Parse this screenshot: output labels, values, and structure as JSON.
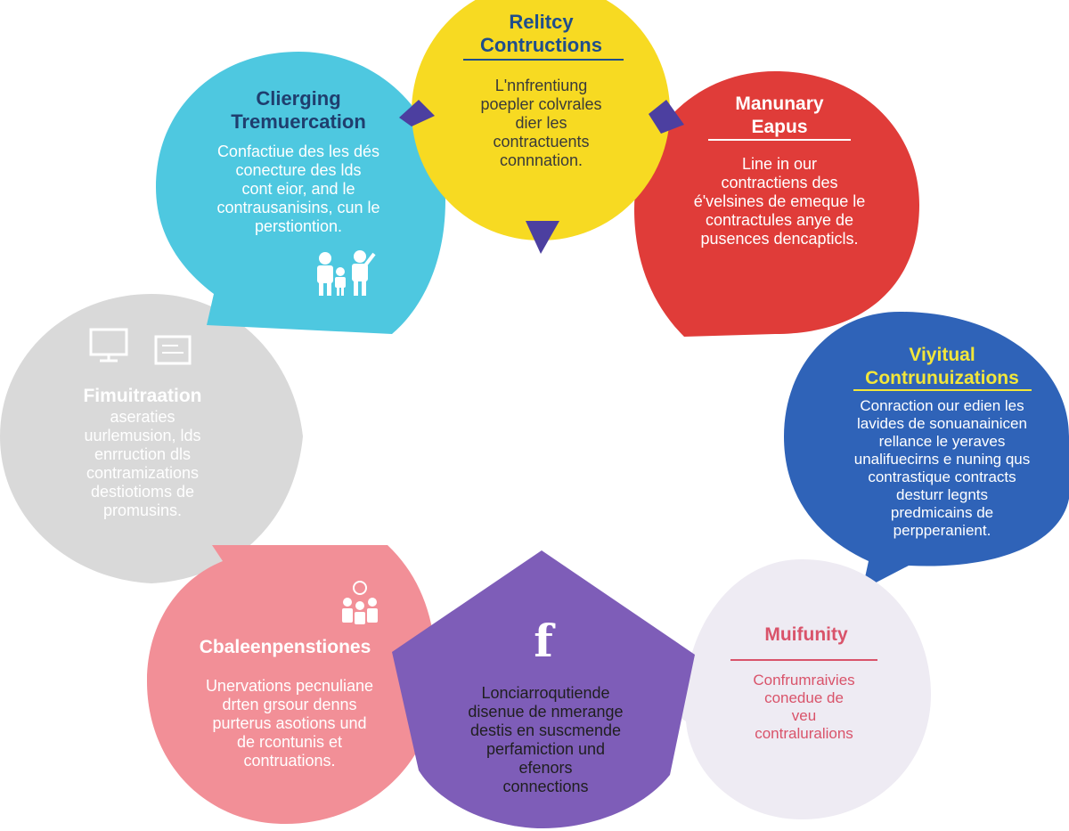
{
  "bubbles": {
    "yellow": {
      "title_lines": [
        "Relitcy",
        "Contructions"
      ],
      "body_lines": [
        "L'nnfrentiung",
        "poepler colvrales",
        "dier les",
        "contractuents",
        "connnation."
      ],
      "color": "#F7DA22",
      "title_color": "#1F4E8C",
      "text_color": "#3a3a3a",
      "pointer_color": "#4C3FA0"
    },
    "red": {
      "title_lines": [
        "Manunary",
        "Eapus"
      ],
      "body_lines": [
        "Line in our",
        "contractiens des",
        "é'velsines de emeque le",
        "contractules anye de",
        "pusences dencapticls."
      ],
      "color": "#E03C39",
      "text_color": "#ffffff"
    },
    "cyan": {
      "title_lines": [
        "Clierging",
        "Tremuercation"
      ],
      "body_lines": [
        "Confactiue des les dés",
        "conecture des lds",
        "cont eior, and le",
        "contrausanisins, cun le",
        "perstiontion."
      ],
      "color": "#4EC8E0",
      "text_color": "#ffffff",
      "icon": "people-icon"
    },
    "gray": {
      "title_lines": [
        "Fimuitraation"
      ],
      "body_lines": [
        "aseraties",
        "uurlemusion, lds",
        "enrruction dls",
        "contramizations",
        "destiotioms de",
        "promusins."
      ],
      "color": "#D9D9D9",
      "text_color": "#ffffff",
      "icon": "computer-icon"
    },
    "blue": {
      "title_lines": [
        "Viyitual",
        "Contrunuizations"
      ],
      "body_lines": [
        "Conraction our edien les",
        "lavides de sonuanainicen",
        "rellance le yeraves",
        "unalifuecirns e nuning qus",
        "contrastique contracts",
        "desturr legnts",
        "predmicains de",
        "perpperanient."
      ],
      "color": "#2F63B8",
      "title_color": "#F2E63A",
      "text_color": "#ffffff"
    },
    "pink": {
      "title_lines": [
        "Cbaleenpenstiones"
      ],
      "body_lines": [
        "Unervations pecnuliane",
        "drten grsour denns",
        "purterus asotions und",
        "de rcontunis et",
        "contruations."
      ],
      "color": "#F28F97",
      "text_color": "#ffffff",
      "icon": "group-icon"
    },
    "purple": {
      "icon_glyph": "f",
      "body_lines": [
        "Lonciarroqutiende",
        "disenue de nmerange",
        "destis en suscmende",
        "perfamiction und",
        "efenors",
        "connections"
      ],
      "color": "#7E5DB8",
      "text_color": "#1f1f1f",
      "icon": "facebook-icon"
    },
    "lavender": {
      "title_lines": [
        "Muifunity"
      ],
      "body_lines": [
        "Confrumraivies",
        "conedue de",
        "veu",
        "contraluralions"
      ],
      "color": "#EEEBF3",
      "title_color": "#D9536A",
      "text_color": "#D9536A",
      "rule_color": "#D9536A"
    }
  }
}
